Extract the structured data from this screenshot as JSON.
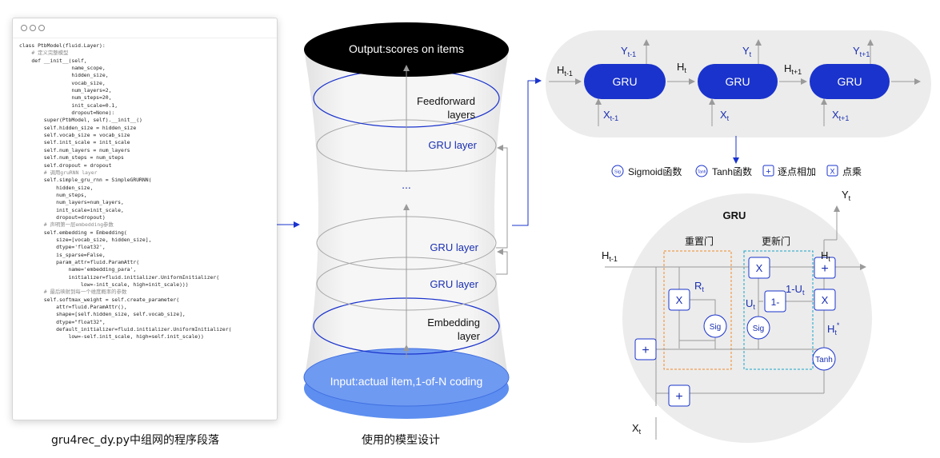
{
  "code_panel": {
    "lines": [
      "class PtbModel(fluid.Layer):",
      "    # 定义完整模型",
      "    def __init__(self,",
      "                 name_scope,",
      "                 hidden_size,",
      "                 vocab_size,",
      "                 num_layers=2,",
      "                 num_steps=20,",
      "                 init_scale=0.1,",
      "                 dropout=None):",
      "        super(PtbModel, self).__init__()",
      "        self.hidden_size = hidden_size",
      "        self.vocab_size = vocab_size",
      "        self.init_scale = init_scale",
      "        self.num_layers = num_layers",
      "        self.num_steps = num_steps",
      "        self.dropout = dropout",
      "        # 调用gruRNN layer",
      "        self.simple_gru_rnn = SimpleGRURNN(",
      "            hidden_size,",
      "            num_steps,",
      "            num_layers=num_layers,",
      "            init_scale=init_scale,",
      "            dropout=dropout)",
      "        # 声明第一层embedding参数",
      "        self.embedding = Embedding(",
      "            size=[vocab_size, hidden_size],",
      "            dtype='float32',",
      "            is_sparse=False,",
      "            param_attr=fluid.ParamAttr(",
      "                name='embedding_para',",
      "                initializer=fluid.initializer.UniformInitializer(",
      "                    low=-init_scale, high=init_scale)))",
      "        # 最后映射到每一个维度概率的参数",
      "        self.softmax_weight = self.create_parameter(",
      "            attr=fluid.ParamAttr(),",
      "            shape=[self.hidden_size, self.vocab_size],",
      "            dtype=\"float32\",",
      "            default_initializer=fluid.initializer.UniformInitializer(",
      "                low=-self.init_scale, high=self.init_scale))"
    ],
    "caption": "gru4rec_dy.py中组网的程序段落"
  },
  "model_stack": {
    "output_label": "Output:scores on items",
    "feedforward_label_1": "Feedforward",
    "feedforward_label_2": "layers",
    "gru_top_label": "GRU layer",
    "ellipsis": "...",
    "gru_mid_label": "GRU layer",
    "gru_low_label": "GRU layer",
    "embedding_label_1": "Embedding",
    "embedding_label_2": "layer",
    "input_label": "Input:actual item,1-of-N coding",
    "caption": "使用的模型设计"
  },
  "gru_chain": {
    "cells": [
      "GRU",
      "GRU",
      "GRU"
    ],
    "h_labels": [
      [
        "H",
        "t-1"
      ],
      [
        "H",
        "t"
      ],
      [
        "H",
        "t+1"
      ]
    ],
    "y_labels": [
      [
        "Y",
        "t-1"
      ],
      [
        "Y",
        "t"
      ],
      [
        "Y",
        "t+1"
      ]
    ],
    "x_labels": [
      [
        "X",
        "t-1"
      ],
      [
        "X",
        "t"
      ],
      [
        "X",
        "t+1"
      ]
    ]
  },
  "legend": {
    "sig_icon": "Sig",
    "sig_label": "Sigmoid函数",
    "tanh_icon": "Tanh",
    "tanh_label": "Tanh函数",
    "add_icon": "+",
    "add_label": "逐点相加",
    "mul_icon": "X",
    "mul_label": "点乘"
  },
  "gru_detail": {
    "title": "GRU",
    "reset_gate": "重置门",
    "update_gate": "更新门",
    "h_prev": [
      "H",
      "t-1"
    ],
    "h_t": [
      "H",
      "t"
    ],
    "y_t": [
      "Y",
      "t"
    ],
    "x_t": [
      "X",
      "t"
    ],
    "r_t": [
      "R",
      "t"
    ],
    "u_t": [
      "U",
      "t"
    ],
    "one_minus_u": [
      "1-U",
      "t"
    ],
    "h_cand": [
      "H",
      "t",
      "*"
    ],
    "mul_sym": "X",
    "add_sym": "+",
    "sig_sym": "Sig",
    "tanh_sym": "Tanh",
    "one_minus": "1-"
  },
  "colors": {
    "gru_blue": "#1a33cc",
    "text_blue": "#1a2fb0",
    "input_blue": "#5d8ef0",
    "reset_orange": "#f08a2a",
    "update_cyan": "#1aa3c8",
    "panel_grey": "#ececec"
  }
}
